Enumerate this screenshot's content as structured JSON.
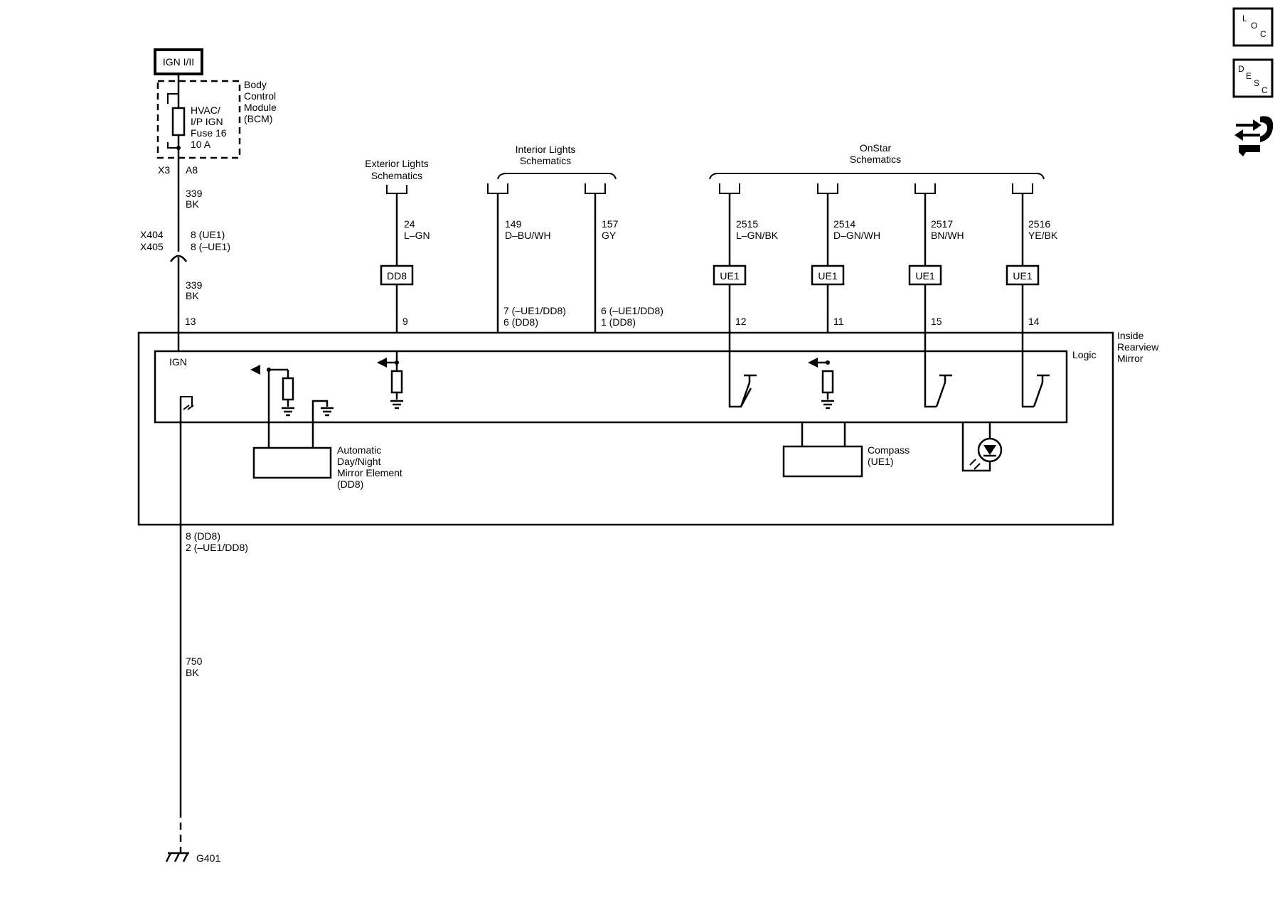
{
  "power": {
    "source": "IGN I/II",
    "module_name": [
      "Body",
      "Control",
      "Module",
      "(BCM)"
    ],
    "fuse_label": [
      "HVAC/",
      "I/P IGN",
      "Fuse 16",
      "10 A"
    ],
    "bcm_connector": "X3",
    "bcm_pin": "A8"
  },
  "feed_wire": {
    "circuit": "339",
    "color": "BK"
  },
  "inline_connector": {
    "names": [
      "X404",
      "X405"
    ],
    "pins": [
      "8 (UE1)",
      "8 (–UE1)"
    ]
  },
  "feed_wire_2": {
    "circuit": "339",
    "color": "BK"
  },
  "ign_pin": "13",
  "ground_wire": {
    "pins": [
      "8 (DD8)",
      "2 (–UE1/DD8)"
    ],
    "circuit": "750",
    "color": "BK",
    "ground": "G401"
  },
  "module": {
    "name": [
      "Inside",
      "Rearview",
      "Mirror"
    ],
    "logic_label": "Logic",
    "ign_label": "IGN",
    "mirror_element": [
      "Automatic",
      "Day/Night",
      "Mirror Element",
      "(DD8)"
    ],
    "compass": [
      "Compass",
      "(UE1)"
    ]
  },
  "exterior": {
    "title": [
      "Exterior Lights",
      "Schematics"
    ],
    "circuit": "24",
    "color": "L–GN",
    "option": "DD8",
    "pin": "9"
  },
  "interior": {
    "title": [
      "Interior Lights",
      "Schematics"
    ],
    "wires": [
      {
        "circuit": "149",
        "color": "D–BU/WH",
        "pins": [
          "7 (–UE1/DD8)",
          "6 (DD8)"
        ]
      },
      {
        "circuit": "157",
        "color": "GY",
        "pins": [
          "6 (–UE1/DD8)",
          "1 (DD8)"
        ]
      }
    ]
  },
  "onstar": {
    "title": [
      "OnStar",
      "Schematics"
    ],
    "wires": [
      {
        "circuit": "2515",
        "color": "L–GN/BK",
        "option": "UE1",
        "pin": "12"
      },
      {
        "circuit": "2514",
        "color": "D–GN/WH",
        "option": "UE1",
        "pin": "11"
      },
      {
        "circuit": "2517",
        "color": "BN/WH",
        "option": "UE1",
        "pin": "15"
      },
      {
        "circuit": "2516",
        "color": "YE/BK",
        "option": "UE1",
        "pin": "14"
      }
    ]
  },
  "nav": {
    "loc": [
      "L",
      "O",
      "C"
    ],
    "desc": [
      "D",
      "E",
      "S",
      "C"
    ]
  }
}
